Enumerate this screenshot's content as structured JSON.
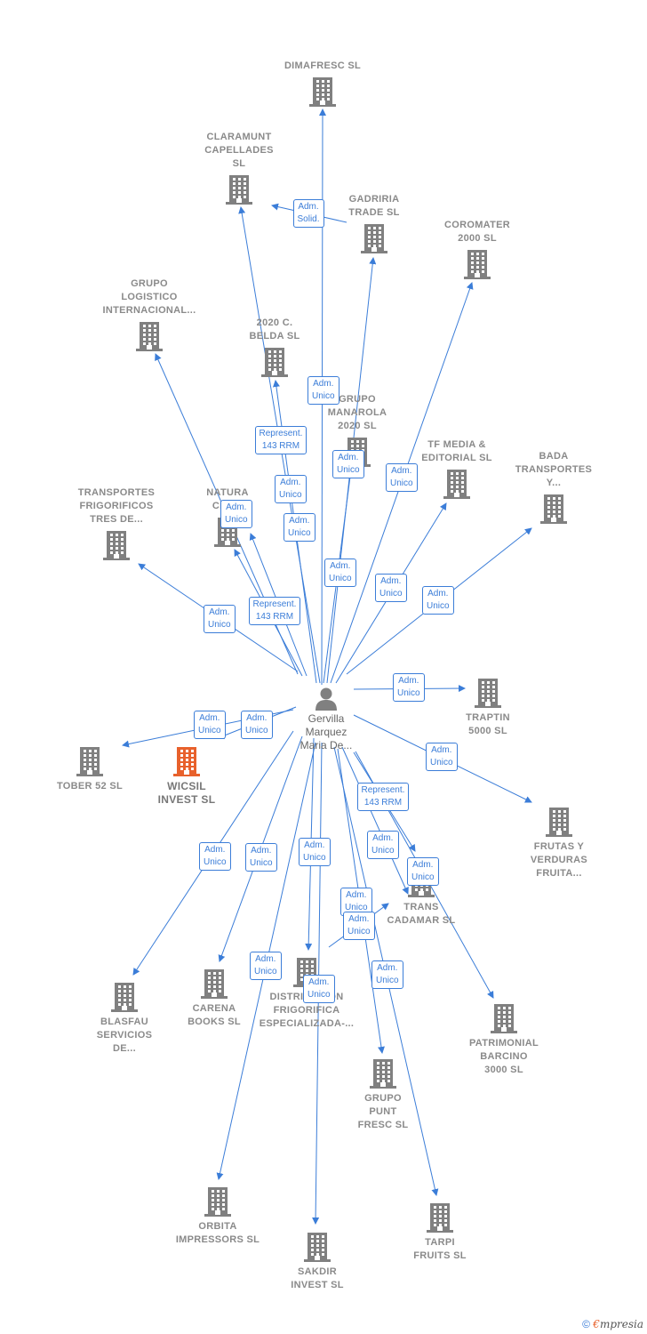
{
  "colors": {
    "edge": "#3b7dd8",
    "building": "#808080",
    "highlight": "#e8612c",
    "person": "#808080"
  },
  "person": {
    "label": "Gervilla\nMarquez\nMaria De...",
    "icon": "person-icon"
  },
  "companies": [
    {
      "id": "dimafresc",
      "label": "DIMAFRESC SL"
    },
    {
      "id": "claramunt",
      "label": "CLARAMUNT\nCAPELLADES\nSL"
    },
    {
      "id": "gadriria",
      "label": "GADRIRIA\nTRADE  SL"
    },
    {
      "id": "coromater",
      "label": "COROMATER\n2000  SL"
    },
    {
      "id": "grupo-logistico",
      "label": "GRUPO\nLOGISTICO\nINTERNACIONAL..."
    },
    {
      "id": "belda",
      "label": "2020 C.\nBELDA  SL"
    },
    {
      "id": "manarola",
      "label": "GRUPO\nMANAROLA\n2020  SL"
    },
    {
      "id": "tf-media",
      "label": "TF MEDIA &\nEDITORIAL  SL"
    },
    {
      "id": "bada",
      "label": "BADA\nTRANSPORTES\nY..."
    },
    {
      "id": "transportes-frig",
      "label": "TRANSPORTES\nFRIGORIFICOS\nTRES DE..."
    },
    {
      "id": "natura",
      "label": "NATURA\nCER..."
    },
    {
      "id": "traptin",
      "label": "TRAPTIN\n5000  SL"
    },
    {
      "id": "tober",
      "label": "TOBER 52  SL"
    },
    {
      "id": "wicsil",
      "label": "WICSIL\nINVEST  SL",
      "highlight": true
    },
    {
      "id": "frutas",
      "label": "FRUTAS Y\nVERDURAS\nFRUITA..."
    },
    {
      "id": "cadamar",
      "label": "TRANS\nCADAMAR SL"
    },
    {
      "id": "blasfau",
      "label": "BLASFAU\nSERVICIOS\nDE..."
    },
    {
      "id": "carena",
      "label": "CARENA\nBOOKS  SL"
    },
    {
      "id": "distribucion",
      "label": "DISTRIBUCION\nFRIGORIFICA\nESPECIALIZADA-..."
    },
    {
      "id": "patrimonial",
      "label": "PATRIMONIAL\nBARCINO\n3000  SL"
    },
    {
      "id": "grupo-punt",
      "label": "GRUPO\nPUNT\nFRESC SL"
    },
    {
      "id": "orbita",
      "label": "ORBITA\nIMPRESSORS SL"
    },
    {
      "id": "sakdir",
      "label": "SAKDIR\nINVEST  SL"
    },
    {
      "id": "tarpi",
      "label": "TARPI\nFRUITS  SL"
    }
  ],
  "relations": [
    {
      "from": "person",
      "to": "dimafresc",
      "label": "Adm.\nUnico"
    },
    {
      "from": "gadriria",
      "to": "claramunt",
      "label": "Adm.\nSolid."
    },
    {
      "from": "person",
      "to": "claramunt",
      "label": "Represent.\n143 RRM"
    },
    {
      "from": "person",
      "to": "gadriria",
      "label": "Adm.\nUnico"
    },
    {
      "from": "person",
      "to": "coromater",
      "label": "Adm.\nUnico"
    },
    {
      "from": "person",
      "to": "grupo-logistico",
      "label": "Adm.\nUnico"
    },
    {
      "from": "person",
      "to": "belda",
      "label": "Adm.\nUnico"
    },
    {
      "from": "person",
      "to": "manarola",
      "label": "Adm.\nUnico"
    },
    {
      "from": "person",
      "to": "tf-media",
      "label": "Adm.\nUnico"
    },
    {
      "from": "person",
      "to": "bada",
      "label": "Adm.\nUnico"
    },
    {
      "from": "person",
      "to": "transportes-frig",
      "label": "Adm.\nUnico"
    },
    {
      "from": "person",
      "to": "natura",
      "label": "Represent.\n143 RRM"
    },
    {
      "from": "person",
      "to": "natura",
      "label": "Adm.\nUnico"
    },
    {
      "from": "person",
      "to": "traptin",
      "label": "Adm.\nUnico"
    },
    {
      "from": "person",
      "to": "tober",
      "label": "Adm.\nUnico"
    },
    {
      "from": "person",
      "to": "wicsil",
      "label": "Adm.\nUnico"
    },
    {
      "from": "person",
      "to": "frutas",
      "label": "Adm.\nUnico"
    },
    {
      "from": "person",
      "to": "cadamar",
      "label": "Represent.\n143 RRM"
    },
    {
      "from": "person",
      "to": "cadamar",
      "label": "Adm.\nUnico"
    },
    {
      "from": "person",
      "to": "blasfau",
      "label": "Adm.\nUnico"
    },
    {
      "from": "person",
      "to": "carena",
      "label": "Adm.\nUnico"
    },
    {
      "from": "person",
      "to": "distribucion",
      "label": "Adm.\nUnico"
    },
    {
      "from": "person",
      "to": "patrimonial",
      "label": "Adm.\nUnico"
    },
    {
      "from": "person",
      "to": "grupo-punt",
      "label": "Adm.\nUnico"
    },
    {
      "from": "person",
      "to": "orbita",
      "label": "Adm.\nUnico"
    },
    {
      "from": "person",
      "to": "sakdir",
      "label": "Adm.\nUnico"
    },
    {
      "from": "person",
      "to": "tarpi",
      "label": "Adm.\nUnico"
    },
    {
      "from": "distribucion",
      "to": "cadamar",
      "label": "Adm.\nUnico"
    }
  ],
  "footer": {
    "copyright": "©",
    "brand_first": "€",
    "brand_rest": "mpresia"
  }
}
